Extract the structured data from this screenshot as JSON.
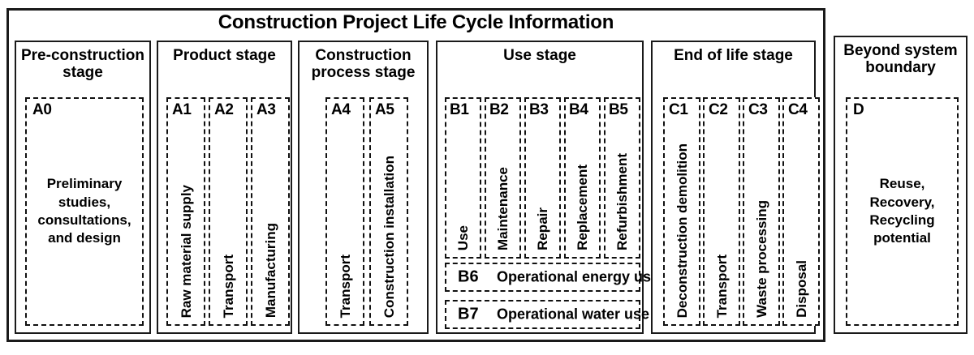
{
  "diagram": {
    "title": "Construction Project Life Cycle Information",
    "stages": [
      {
        "id": "pre-construction",
        "title": "Pre-construction stage",
        "modules": [
          {
            "code": "A0",
            "label": "Preliminary studies, consultations, and design",
            "orientation": "centered"
          }
        ]
      },
      {
        "id": "product",
        "title": "Product stage",
        "modules": [
          {
            "code": "A1",
            "label": "Raw material supply",
            "orientation": "vertical"
          },
          {
            "code": "A2",
            "label": "Transport",
            "orientation": "vertical"
          },
          {
            "code": "A3",
            "label": "Manufacturing",
            "orientation": "vertical"
          }
        ]
      },
      {
        "id": "construction-process",
        "title": "Construction process stage",
        "modules": [
          {
            "code": "A4",
            "label": "Transport",
            "orientation": "vertical"
          },
          {
            "code": "A5",
            "label": "Construction installation",
            "orientation": "vertical"
          }
        ]
      },
      {
        "id": "use",
        "title": "Use stage",
        "modules": [
          {
            "code": "B1",
            "label": "Use",
            "orientation": "vertical"
          },
          {
            "code": "B2",
            "label": "Maintenance",
            "orientation": "vertical"
          },
          {
            "code": "B3",
            "label": "Repair",
            "orientation": "vertical"
          },
          {
            "code": "B4",
            "label": "Replacement",
            "orientation": "vertical"
          },
          {
            "code": "B5",
            "label": "Refurbishment",
            "orientation": "vertical"
          }
        ],
        "bars": [
          {
            "code": "B6",
            "label": "Operational energy use"
          },
          {
            "code": "B7",
            "label": "Operational water use"
          }
        ]
      },
      {
        "id": "end-of-life",
        "title": "End of life stage",
        "modules": [
          {
            "code": "C1",
            "label": "Deconstruction demolition",
            "orientation": "vertical"
          },
          {
            "code": "C2",
            "label": "Transport",
            "orientation": "vertical"
          },
          {
            "code": "C3",
            "label": "Waste processing",
            "orientation": "vertical"
          },
          {
            "code": "C4",
            "label": "Disposal",
            "orientation": "vertical"
          }
        ]
      }
    ],
    "outside_boundary": {
      "id": "beyond-system-boundary",
      "title": "Beyond system boundary",
      "modules": [
        {
          "code": "D",
          "label": "Reuse, Recovery, Recycling potential",
          "orientation": "centered"
        }
      ]
    },
    "colors": {
      "line": "#1a1a1a",
      "background": "#ffffff",
      "text": "#000000"
    }
  }
}
